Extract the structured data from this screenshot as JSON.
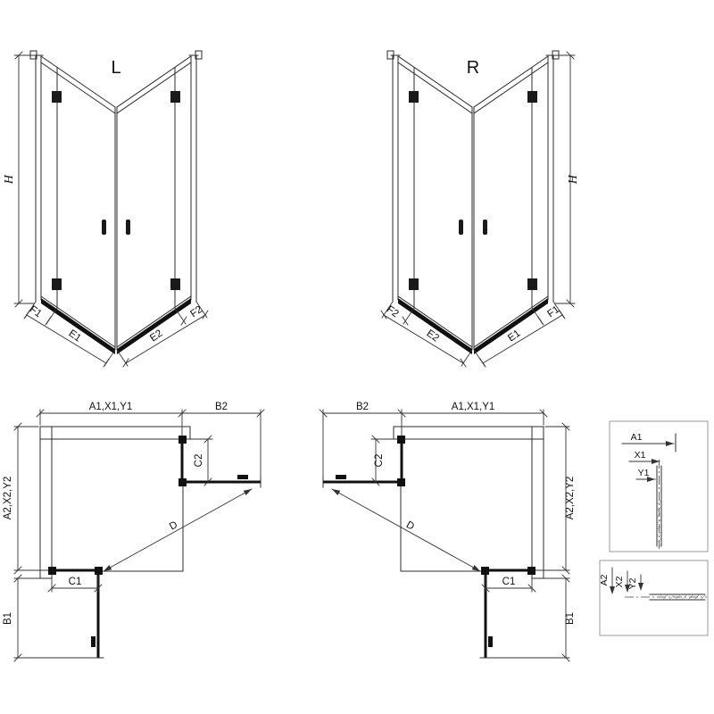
{
  "elevation_left": {
    "variant": "L",
    "height": "H",
    "left_outer": "F1",
    "left_inner": "E1",
    "right_inner": "E2",
    "right_outer": "F2"
  },
  "elevation_right": {
    "variant": "R",
    "height": "H",
    "left_outer": "F2",
    "left_inner": "E2",
    "right_inner": "E1",
    "right_outer": "F1"
  },
  "plan_left": {
    "width_main": "A1,X1,Y1",
    "width_door": "B2",
    "return_depth": "C2",
    "depth_main": "A2,X2,Y2",
    "fixed_bottom": "C1",
    "door_out": "B1",
    "diagonal": "D"
  },
  "plan_right": {
    "width_main": "A1,X1,Y1",
    "width_door": "B2",
    "return_depth": "C2",
    "depth_main": "A2,X2,Y2",
    "fixed_bottom": "C1",
    "door_out": "B1",
    "diagonal": "D"
  },
  "detail_top": {
    "a": "A1",
    "x": "X1",
    "y": "Y1"
  },
  "detail_bottom": {
    "a": "A2",
    "x": "X2",
    "y": "Y2"
  }
}
